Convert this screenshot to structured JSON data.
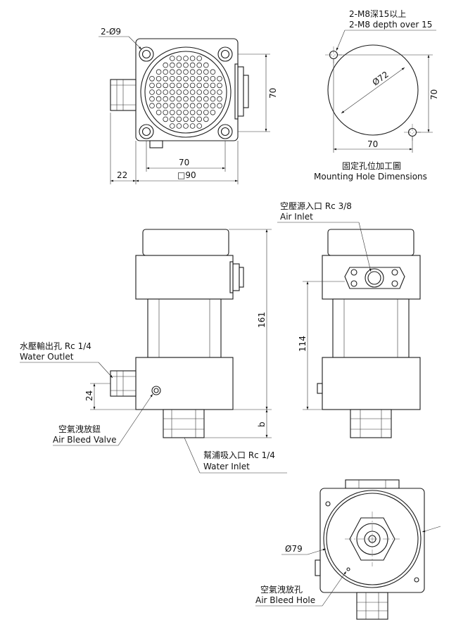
{
  "top_left": {
    "hole_note": "2-Ø9",
    "dim_height": "70",
    "dim_width_inner": "70",
    "dim_width_outer": "□90",
    "dim_offset": "22"
  },
  "top_right": {
    "thread_note_zh": "2-M8深15以上",
    "thread_note_en": "2-M8 depth over 15",
    "dim_diameter": "Ø72",
    "dim_height": "70",
    "dim_width": "70",
    "caption_zh": "固定孔位加工圖",
    "caption_en": "Mounting Hole Dimensions"
  },
  "front_view": {
    "dim_total_height": "161",
    "dim_b": "b",
    "dim_outlet_height": "24",
    "water_outlet_zh": "水壓輸出孔 Rc 1/4",
    "water_outlet_en": "Water Outlet",
    "bleed_valve_zh": "空氣洩放鈕",
    "bleed_valve_en": "Air Bleed Valve",
    "water_inlet_zh": "幫浦吸入口 Rc 1/4",
    "water_inlet_en": "Water Inlet"
  },
  "side_view": {
    "air_inlet_zh": "空壓源入口 Rc 3/8",
    "air_inlet_en": "Air Inlet",
    "dim_height": "114"
  },
  "bottom_view": {
    "dim_diameter": "Ø79",
    "bleed_hole_zh": "空氣洩放孔",
    "bleed_hole_en": "Air Bleed Hole"
  }
}
